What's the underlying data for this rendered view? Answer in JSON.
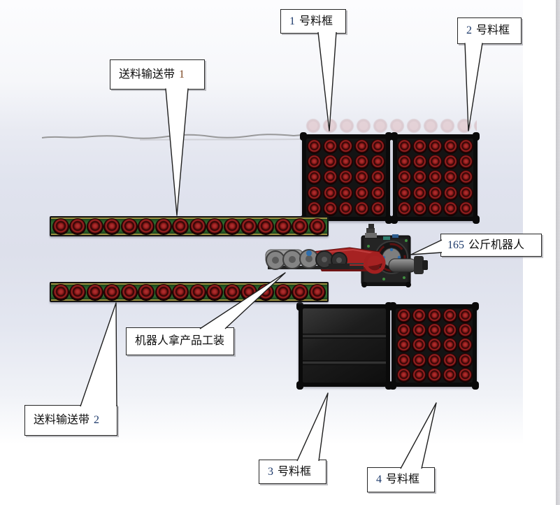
{
  "figure": {
    "kind": "cad-layout-diagram",
    "language": "zh-CN"
  },
  "colors": {
    "label_number": "#1d3a6b",
    "label_number_warm": "#7a4520",
    "label_text": "#0d0d0d",
    "label_border": "#262626",
    "pellet_red": "#a02424",
    "belt_green": "#2e6b2e",
    "frame_black": "#141414",
    "robot_red": "#a62222",
    "viewport_tint": "#dde0eb",
    "page_edge": "#d2d2d6"
  },
  "labels": [
    {
      "name": "frame-1",
      "num": "1",
      "cn": "号料框"
    },
    {
      "name": "frame-2",
      "num": "2",
      "cn": "号料框"
    },
    {
      "name": "conveyor-1",
      "cn": "送料输送带",
      "num": "1"
    },
    {
      "name": "robot",
      "num": "165",
      "cn": "公斤机器人"
    },
    {
      "name": "tooling",
      "cn": "机器人拿产品工装"
    },
    {
      "name": "conveyor-2",
      "cn": "送料输送带",
      "num": "2"
    },
    {
      "name": "frame-3",
      "num": "3",
      "cn": "号料框"
    },
    {
      "name": "frame-4",
      "num": "4",
      "cn": "号料框"
    }
  ],
  "scene": {
    "frames": [
      {
        "name": "frame-1",
        "rows": 5,
        "cols": 5,
        "filled": true,
        "pellet_size": 21
      },
      {
        "name": "frame-2",
        "rows": 5,
        "cols": 5,
        "filled": true,
        "pellet_size": 21
      },
      {
        "name": "frame-3",
        "rows": 0,
        "cols": 0,
        "filled": false,
        "shelves": 2
      },
      {
        "name": "frame-4",
        "rows": 5,
        "cols": 5,
        "filled": true,
        "pellet_size": 21
      }
    ],
    "conveyors": [
      {
        "name": "conveyor-1",
        "items": 16
      },
      {
        "name": "conveyor-2",
        "items": 16
      }
    ]
  }
}
